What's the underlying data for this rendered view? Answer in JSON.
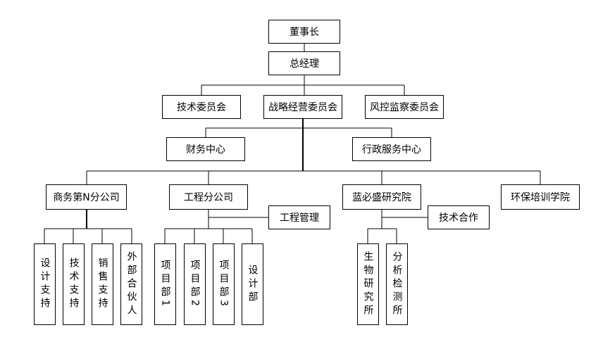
{
  "org": {
    "chairman": "董事长",
    "gm": "总经理",
    "tech_committee": "技术委员会",
    "strategy_committee": "战略经营委员会",
    "risk_committee": "风控监察委员会",
    "finance_center": "财务中心",
    "admin_center": "行政服务中心",
    "business_branch": "商务第N分公司",
    "engineering_branch": "工程分公司",
    "engineering_mgmt": "工程管理",
    "lanbisheng_institute": "蓝必盛研究院",
    "tech_cooperation": "技术合作",
    "eco_academy": "环保培训学院",
    "design_support": "设计支持",
    "tech_support": "技术支持",
    "sales_support": "销售支持",
    "external_partner": "外部合伙人",
    "project_dept_1": "项目部1",
    "project_dept_2": "项目部2",
    "project_dept_3": "项目部3",
    "design_dept": "设计部",
    "bio_research": "生物研究所",
    "analysis_testing": "分析检测所"
  }
}
